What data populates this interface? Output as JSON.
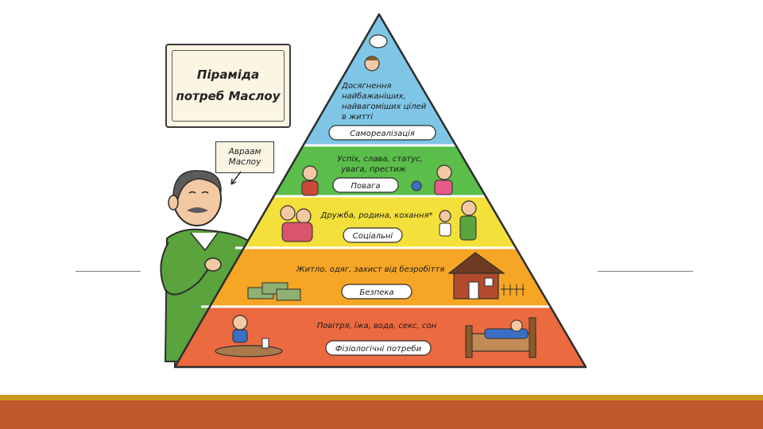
{
  "colors": {
    "background": "#ffffff",
    "bottom_band": "#c0572d",
    "bottom_gold": "#c9971f",
    "level_self_actualization": "#7fc6e6",
    "level_esteem": "#5bbd4a",
    "level_social": "#f4e03a",
    "level_safety": "#f6a624",
    "level_physiological": "#ec6a3f",
    "title_card": "#fbf5e3"
  },
  "title_card": {
    "text": "Піраміда\nпотреб Маслоу"
  },
  "name_card": {
    "text": "Авраам\nМаслоу"
  },
  "pyramid": {
    "levels": [
      {
        "name": "self-actualization",
        "lines": [
          "Досягнення",
          "найбажаніших,",
          "найвагоміших цілей",
          "в житті"
        ],
        "label": "Самореалізація"
      },
      {
        "name": "esteem",
        "lines": [
          "Успіх, слава, статус,",
          "увага, престиж"
        ],
        "label": "Повага"
      },
      {
        "name": "social",
        "lines": [
          "Дружба, родина, кохання*"
        ],
        "label": "Соціальні"
      },
      {
        "name": "safety",
        "lines": [
          "Житло, одяг, захист від безробіття"
        ],
        "label": "Безпека"
      },
      {
        "name": "physiological",
        "lines": [
          "Повітря, їжа, вода, секс, сон"
        ],
        "label": "Фізіологічні потреби"
      }
    ]
  },
  "icons": {
    "figure": "maslow-figure-icon",
    "thinking_person": "thinking-person-icon",
    "esteem_people": "award-people-icon",
    "family": "family-icon",
    "money": "money-stack-icon",
    "house": "house-icon",
    "eating_child": "eating-child-icon",
    "sleeping_person": "sleeping-bed-icon"
  }
}
